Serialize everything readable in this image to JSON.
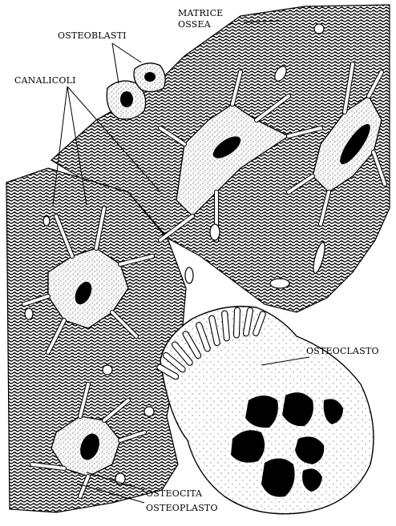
{
  "labels": {
    "matrice_line1": "MATRICE",
    "matrice_line2": "OSSEA",
    "osteoblasti": "OSTEOBLASTI",
    "canalicoli": "CANALICOLI",
    "osteoclasto": "OSTEOCLASTO",
    "osteocita": "OSTEOCITA",
    "osteoplasto": "OSTEOPLASTO"
  },
  "colors": {
    "ink": "#000000",
    "paper": "#ffffff",
    "matrix_fill": "#2a2a2a",
    "cell_fill": "#f4f4f4"
  }
}
